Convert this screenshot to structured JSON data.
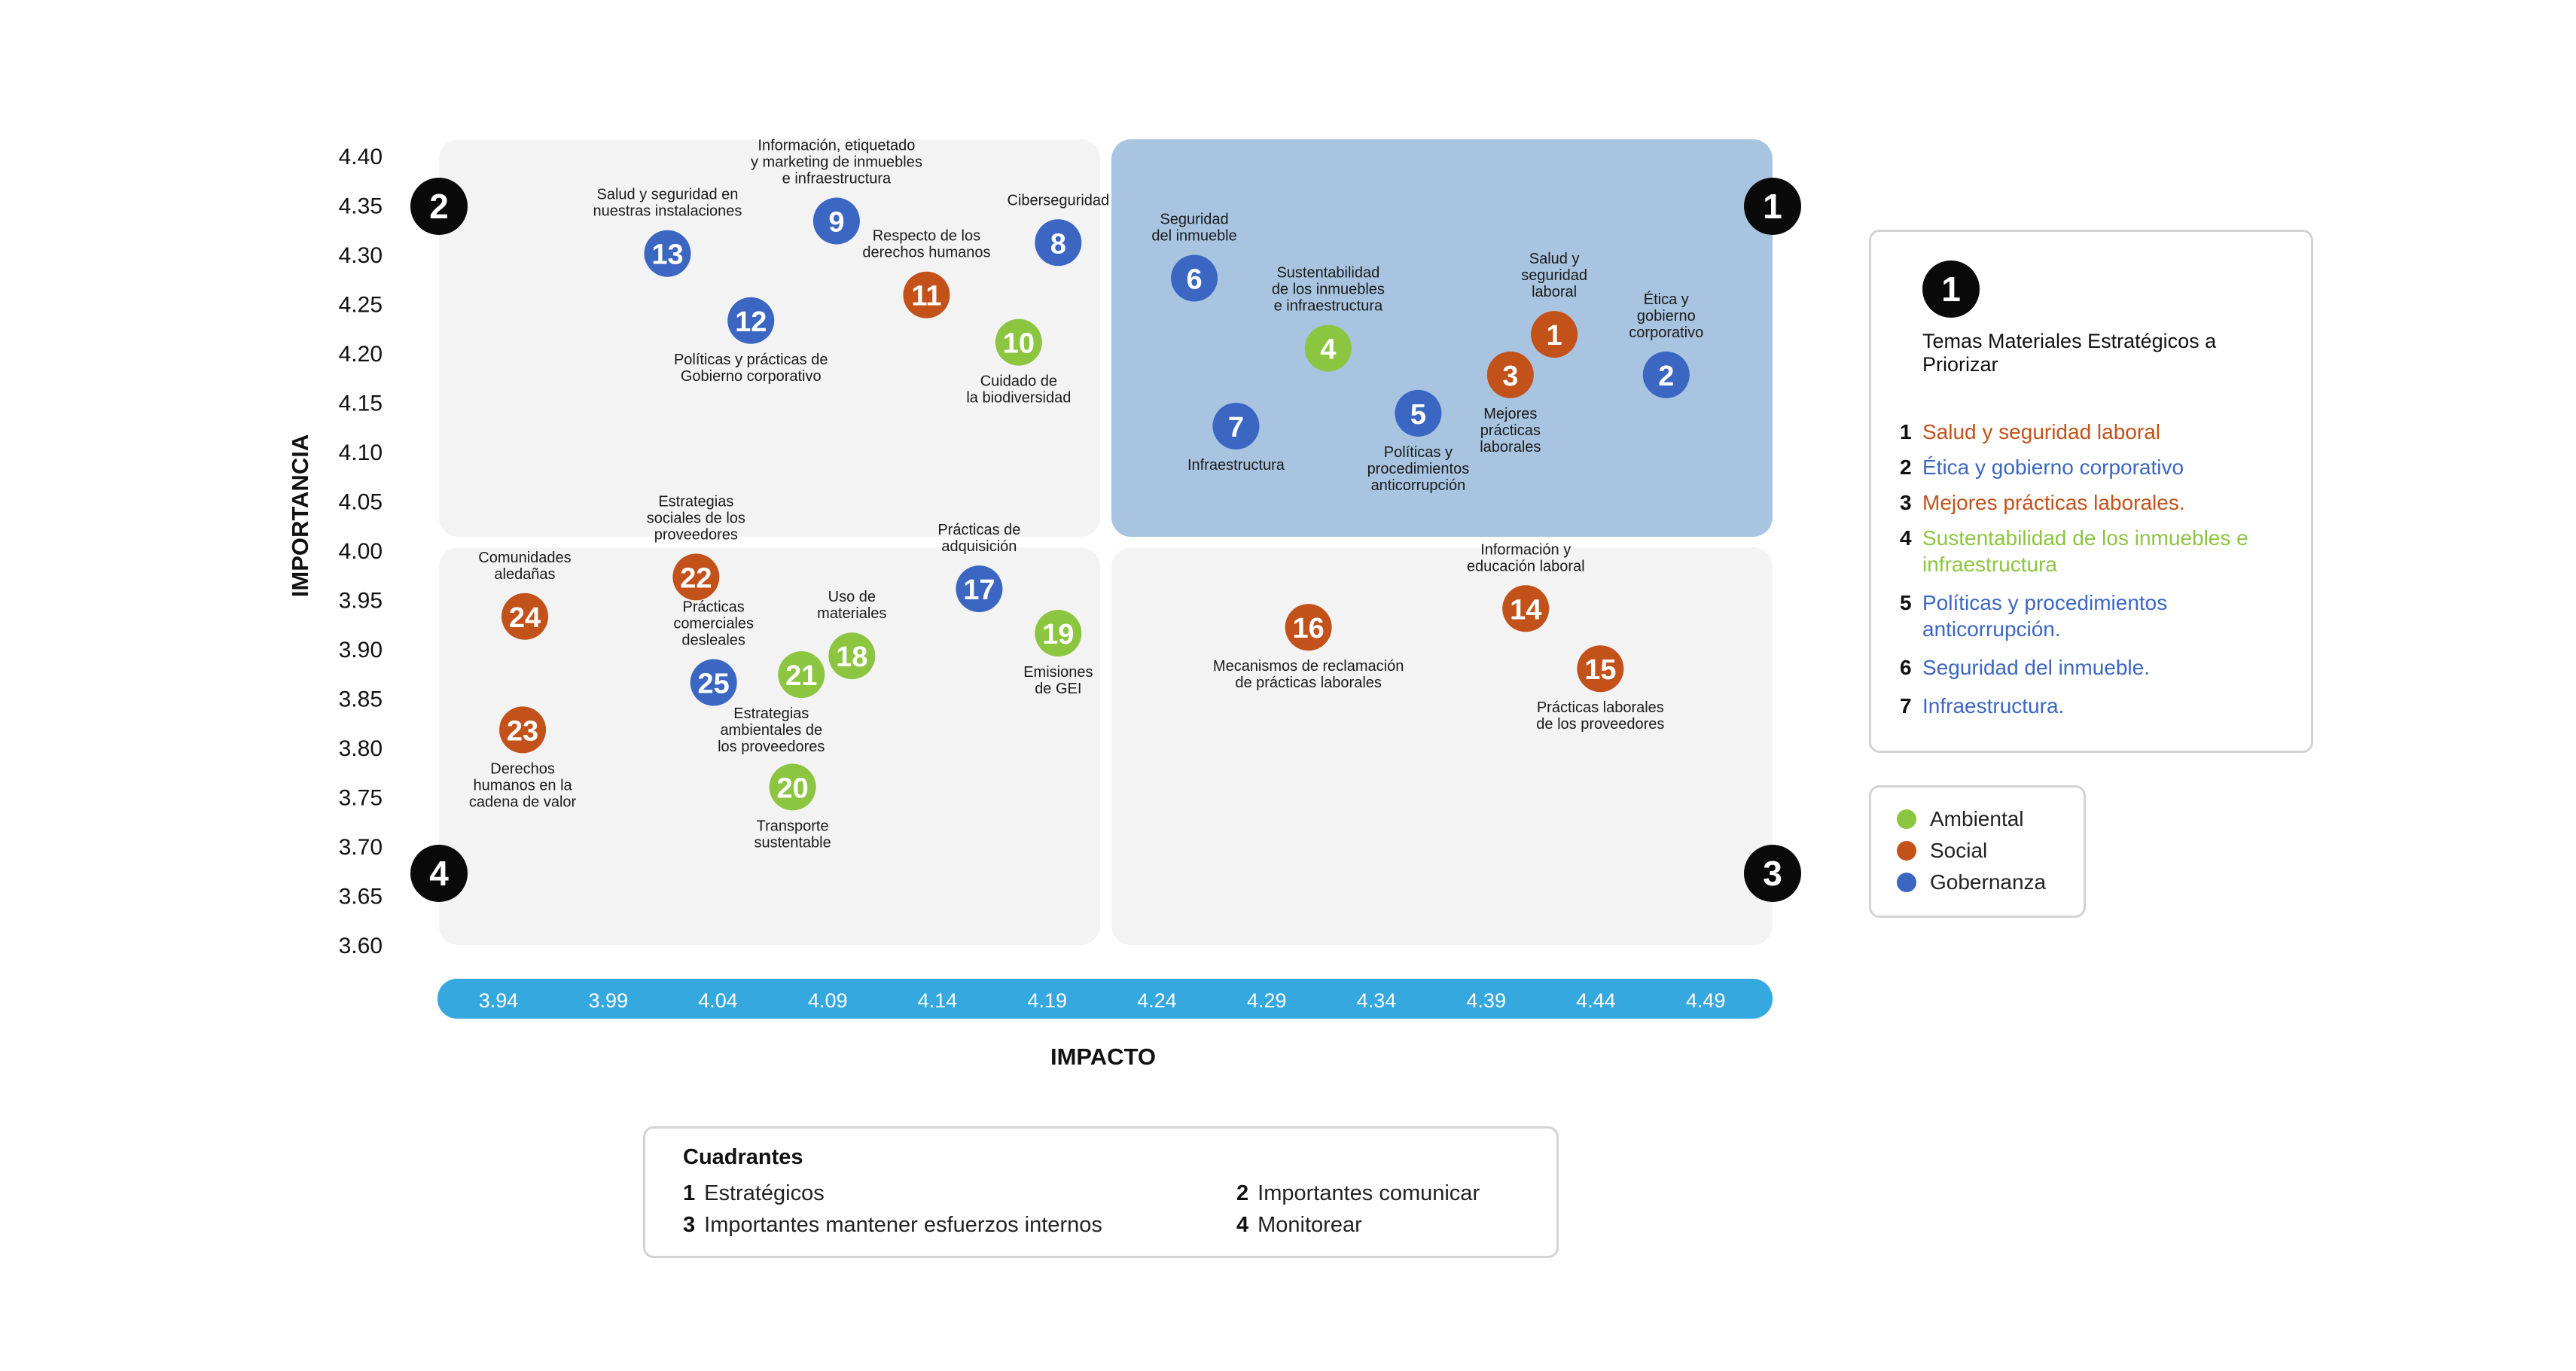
{
  "chart_data": {
    "type": "scatter",
    "xlabel": "IMPACTO",
    "ylabel": "IMPORTANCIA",
    "xlim": [
      3.915,
      4.52
    ],
    "ylim": [
      3.6,
      4.4
    ],
    "x_ticks": [
      "3.94",
      "3.99",
      "4.04",
      "4.09",
      "4.14",
      "4.19",
      "4.24",
      "4.29",
      "4.34",
      "4.39",
      "4.44",
      "4.49"
    ],
    "y_ticks": [
      "4.40",
      "4.35",
      "4.30",
      "4.25",
      "4.20",
      "4.15",
      "4.10",
      "4.05",
      "4.00",
      "3.95",
      "3.90",
      "3.85",
      "3.80",
      "3.75",
      "3.70",
      "3.65",
      "3.60"
    ],
    "quadrant_labels": [
      "1",
      "2",
      "3",
      "4"
    ],
    "categories": [
      {
        "key": "ambiental",
        "name": "Ambiental",
        "color": "#8cc540"
      },
      {
        "key": "social",
        "name": "Social",
        "color": "#c2511a"
      },
      {
        "key": "gobernanza",
        "name": "Gobernanza",
        "color": "#3b66c1"
      }
    ],
    "points": [
      {
        "id": "1",
        "x": 4.421,
        "y": 4.219,
        "category": "social",
        "label": [
          "Salud y",
          "seguridad",
          "laboral"
        ]
      },
      {
        "id": "2",
        "x": 4.472,
        "y": 4.178,
        "category": "gobernanza",
        "label": [
          "Ética y",
          "gobierno",
          "corporativo"
        ]
      },
      {
        "id": "3",
        "x": 4.401,
        "y": 4.178,
        "category": "social",
        "label": [
          "Mejores",
          "prácticas",
          "laborales"
        ]
      },
      {
        "id": "4",
        "x": 4.318,
        "y": 4.205,
        "category": "ambiental",
        "label": [
          "Sustentabilidad",
          "de los inmuebles",
          "e infraestructura"
        ]
      },
      {
        "id": "5",
        "x": 4.359,
        "y": 4.139,
        "category": "gobernanza",
        "label": [
          "Políticas y",
          "procedimientos",
          "anticorrupción"
        ]
      },
      {
        "id": "6",
        "x": 4.257,
        "y": 4.276,
        "category": "gobernanza",
        "label": [
          "Seguridad",
          "del inmueble"
        ]
      },
      {
        "id": "7",
        "x": 4.276,
        "y": 4.126,
        "category": "gobernanza",
        "label": [
          "Infraestructura"
        ]
      },
      {
        "id": "8",
        "x": 4.195,
        "y": 4.312,
        "category": "gobernanza",
        "label": [
          "Ciberseguridad"
        ]
      },
      {
        "id": "9",
        "x": 4.094,
        "y": 4.334,
        "category": "gobernanza",
        "label": [
          "Información, etiquetado",
          "y marketing de inmuebles",
          "e infraestructura"
        ]
      },
      {
        "id": "10",
        "x": 4.177,
        "y": 4.211,
        "category": "ambiental",
        "label": [
          "Cuidado de",
          "la biodiversidad"
        ]
      },
      {
        "id": "11",
        "x": 4.135,
        "y": 4.259,
        "category": "social",
        "label": [
          "Respecto de los",
          "derechos humanos"
        ]
      },
      {
        "id": "12",
        "x": 4.055,
        "y": 4.233,
        "category": "gobernanza",
        "label": [
          "Políticas y prácticas de",
          "Gobierno corporativo"
        ]
      },
      {
        "id": "13",
        "x": 4.017,
        "y": 4.301,
        "category": "gobernanza",
        "label": [
          "Salud y seguridad en",
          "nuestras instalaciones"
        ]
      },
      {
        "id": "14",
        "x": 4.408,
        "y": 3.941,
        "category": "social",
        "label": [
          "Información y",
          "educación laboral"
        ]
      },
      {
        "id": "15",
        "x": 4.442,
        "y": 3.88,
        "category": "social",
        "label": [
          "Prácticas laborales",
          "de los proveedores"
        ]
      },
      {
        "id": "16",
        "x": 4.309,
        "y": 3.922,
        "category": "social",
        "label": [
          "Mecanismos de reclamación",
          "de prácticas laborales"
        ]
      },
      {
        "id": "17",
        "x": 4.159,
        "y": 3.961,
        "category": "gobernanza",
        "label": [
          "Prácticas de",
          "adquisición"
        ]
      },
      {
        "id": "18",
        "x": 4.101,
        "y": 3.893,
        "category": "ambiental",
        "label": [
          "Uso de",
          "materiales"
        ]
      },
      {
        "id": "19",
        "x": 4.195,
        "y": 3.916,
        "category": "ambiental",
        "label": [
          "Emisiones",
          "de GEI"
        ]
      },
      {
        "id": "20",
        "x": 4.074,
        "y": 3.76,
        "category": "ambiental",
        "label": [
          "Transporte",
          "sustentable"
        ]
      },
      {
        "id": "21",
        "x": 4.078,
        "y": 3.874,
        "category": "ambiental",
        "label": [
          "Estrategias",
          "ambientales de",
          "los proveedores"
        ]
      },
      {
        "id": "22",
        "x": 4.03,
        "y": 3.973,
        "category": "social",
        "label": [
          "Estrategias",
          "sociales de los",
          "proveedores"
        ]
      },
      {
        "id": "23",
        "x": 3.951,
        "y": 3.818,
        "category": "social",
        "label": [
          "Derechos",
          "humanos en la",
          "cadena de valor"
        ]
      },
      {
        "id": "24",
        "x": 3.952,
        "y": 3.933,
        "category": "social",
        "label": [
          "Comunidades",
          "aledañas"
        ]
      },
      {
        "id": "25",
        "x": 4.038,
        "y": 3.866,
        "category": "gobernanza",
        "label": [
          "Prácticas",
          "comerciales",
          "desleales"
        ]
      }
    ]
  },
  "legend": {
    "badge": "1",
    "title": "Temas Materiales Estratégicos a Priorizar",
    "items": [
      {
        "num": "1",
        "text": "Salud y seguridad laboral",
        "color": "#c2511a"
      },
      {
        "num": "2",
        "text": "Ética y gobierno corporativo",
        "color": "#3b66c1"
      },
      {
        "num": "3",
        "text": "Mejores prácticas laborales.",
        "color": "#c2511a"
      },
      {
        "num": "4",
        "text": "Sustentabilidad de los inmuebles e infraestructura",
        "color": "#8cc540"
      },
      {
        "num": "5",
        "text": "Políticas y procedimientos anticorrupción.",
        "color": "#3b66c1"
      },
      {
        "num": "6",
        "text": "Seguridad del inmueble.",
        "color": "#3b66c1"
      },
      {
        "num": "7",
        "text": "Infraestructura.",
        "color": "#3b66c1"
      }
    ]
  },
  "quadrants_box": {
    "title": "Cuadrantes",
    "items": [
      {
        "num": "1",
        "text": "Estratégicos"
      },
      {
        "num": "2",
        "text": "Importantes comunicar"
      },
      {
        "num": "3",
        "text": "Importantes mantener esfuerzos internos"
      },
      {
        "num": "4",
        "text": "Monitorear"
      }
    ]
  },
  "colors": {
    "quadrant_strategic_bg": "#a8c4e0",
    "quadrant_bg": "#f3f3f3",
    "x_axis_bar": "#35a8e0",
    "badge": "#0a0a0a"
  }
}
